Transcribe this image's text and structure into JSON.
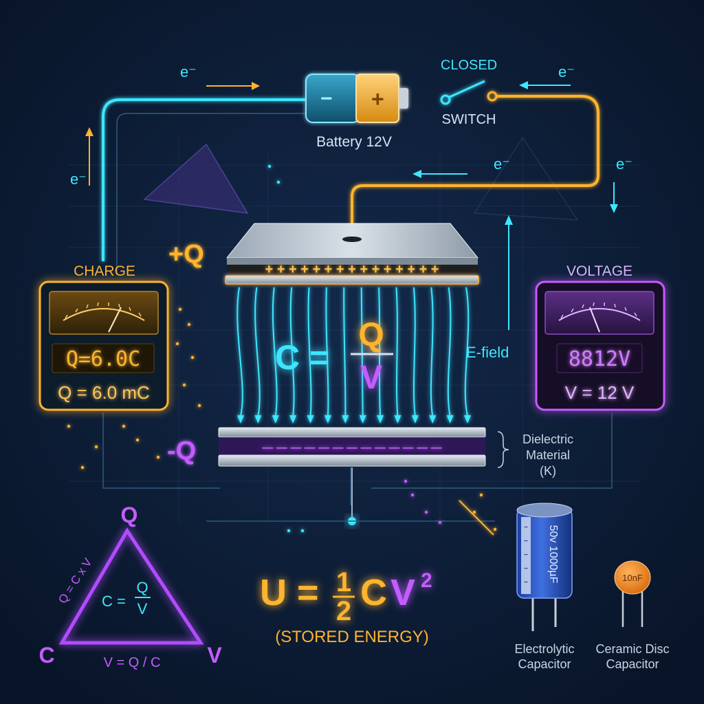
{
  "colors": {
    "background": "#0b1a33",
    "cyan": "#3ee6ff",
    "orange": "#ffb42e",
    "purple": "#c45cff",
    "text_light": "#d6e4f5",
    "grid": "#1e3a5c"
  },
  "circuit": {
    "battery_label": "Battery 12V",
    "battery_minus": "−",
    "battery_plus": "+",
    "switch_state": "CLOSED",
    "switch_label": "SWITCH",
    "electron_label": "e⁻"
  },
  "capacitor": {
    "top_charge": "+Q",
    "bottom_charge": "-Q",
    "plus_signs": "+ + + + + + + + + + + + + + +",
    "minus_signs": "— — — — — — — — — — — — —",
    "efield_label": "E-field",
    "dielectric_line1": "Dielectric",
    "dielectric_line2": "Material",
    "dielectric_line3": "(K)"
  },
  "formula": {
    "c_lhs": "C =",
    "c_num": "Q",
    "c_den": "V"
  },
  "charge_meter": {
    "title": "CHARGE",
    "display": "Q=6.0C",
    "reading": "Q = 6.0 mC"
  },
  "voltage_meter": {
    "title": "VOLTAGE",
    "display": "8812V",
    "reading": "V = 12 V"
  },
  "triangle": {
    "top": "Q",
    "left": "C",
    "right": "V",
    "left_side": "Q = C x V",
    "bottom_side": "V = Q / C",
    "center_lhs": "C =",
    "center_num": "Q",
    "center_den": "V"
  },
  "energy": {
    "u_lhs": "U =",
    "half_num": "1",
    "half_den": "2",
    "c": "C",
    "v": "V",
    "exp": "2",
    "caption": "(STORED ENERGY)"
  },
  "components": {
    "electrolytic_marking": "50v 1000µF",
    "electrolytic_line1": "Electrolytic",
    "electrolytic_line2": "Capacitor",
    "ceramic_marking": "10nF",
    "ceramic_line1": "Ceramic Disc",
    "ceramic_line2": "Capacitor"
  }
}
